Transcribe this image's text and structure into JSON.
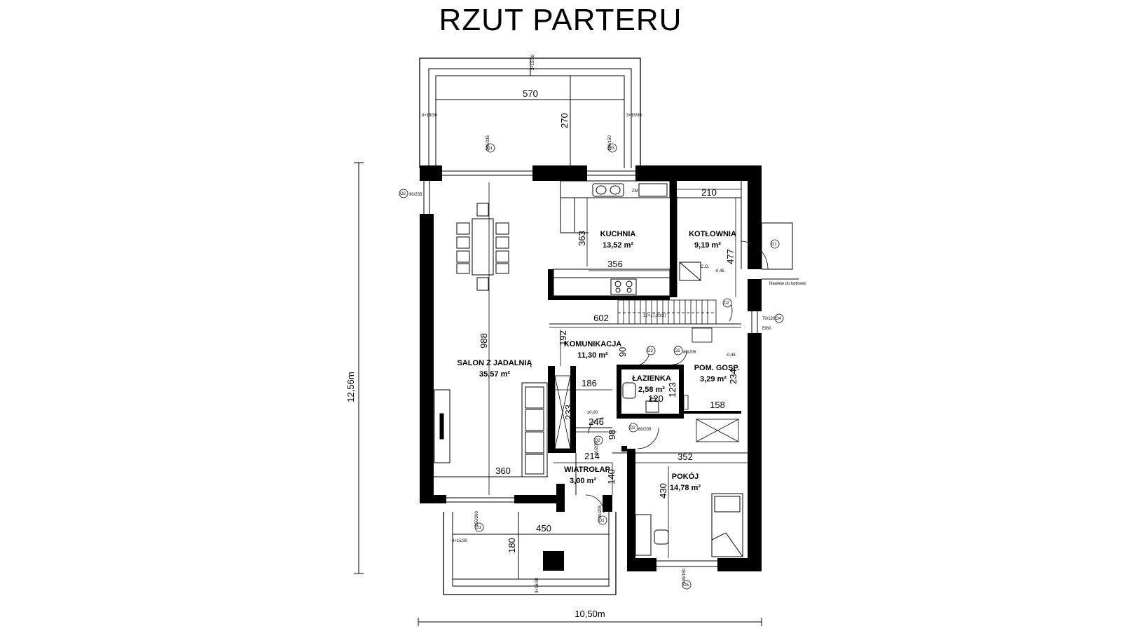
{
  "title": "RZUT PARTERU",
  "overall": {
    "height": "12,56m",
    "width": "10,50m"
  },
  "rooms": {
    "salon": {
      "name": "SALON Z JADALNIĄ",
      "area": "35,57 m²"
    },
    "kuchnia": {
      "name": "KUCHNIA",
      "area": "13,52 m²"
    },
    "kotlownia": {
      "name": "KOTŁOWNIA",
      "area": "9,19 m²"
    },
    "komunikacja": {
      "name": "KOMUNIKACJA",
      "area": "11,30 m²"
    },
    "lazienka": {
      "name": "ŁAZIENKA",
      "area": "2,58 m²"
    },
    "pomgosp": {
      "name": "POM. GOSP.",
      "area": "3,29 m²"
    },
    "wiatrolap": {
      "name": "WIATROŁAP",
      "area": "3,00 m²"
    },
    "pokoj": {
      "name": "POKÓJ",
      "area": "14,78 m²"
    }
  },
  "dims": {
    "terrace_top_w": "570",
    "terrace_top_h": "270",
    "salon_h": "988",
    "salon_w": "360",
    "kuchnia_h": "363",
    "kuchnia_w": "356",
    "kotlownia_w": "210",
    "kotlownia_h": "477",
    "kom_w": "602",
    "kom_h": "192",
    "kom_90": "90",
    "d186": "186",
    "d233": "233",
    "d246": "246",
    "d98": "98",
    "d214": "214",
    "d140": "140",
    "laz_h": "123",
    "laz_w": "120",
    "pg_h": "234",
    "pg_w": "158",
    "pokoj_w": "352",
    "pokoj_h": "430",
    "terrace_bot_w": "450",
    "terrace_bot_h": "180"
  },
  "annotations": {
    "step": "3×15/30",
    "level_main": "±0,00",
    "level_low": "-0,45",
    "zm": "ZM",
    "co": "C.O.",
    "ei60": "EI60",
    "nawiew": "Nawiew do kotłowni",
    "stairs": "17×17,20/27"
  },
  "tags": {
    "O1": "O1",
    "O2": "O2",
    "O3": "O3",
    "O4": "O4",
    "O5": "O5",
    "D1": "D1",
    "D2": "D2",
    "D3": "D3"
  },
  "door_sizes": {
    "o1": "240/235",
    "o2": "90/235",
    "o3": "150/150",
    "o4": "70/120",
    "o5": "100/150",
    "o5b": "250/200",
    "d2": "80/205",
    "d1": "90/205"
  }
}
